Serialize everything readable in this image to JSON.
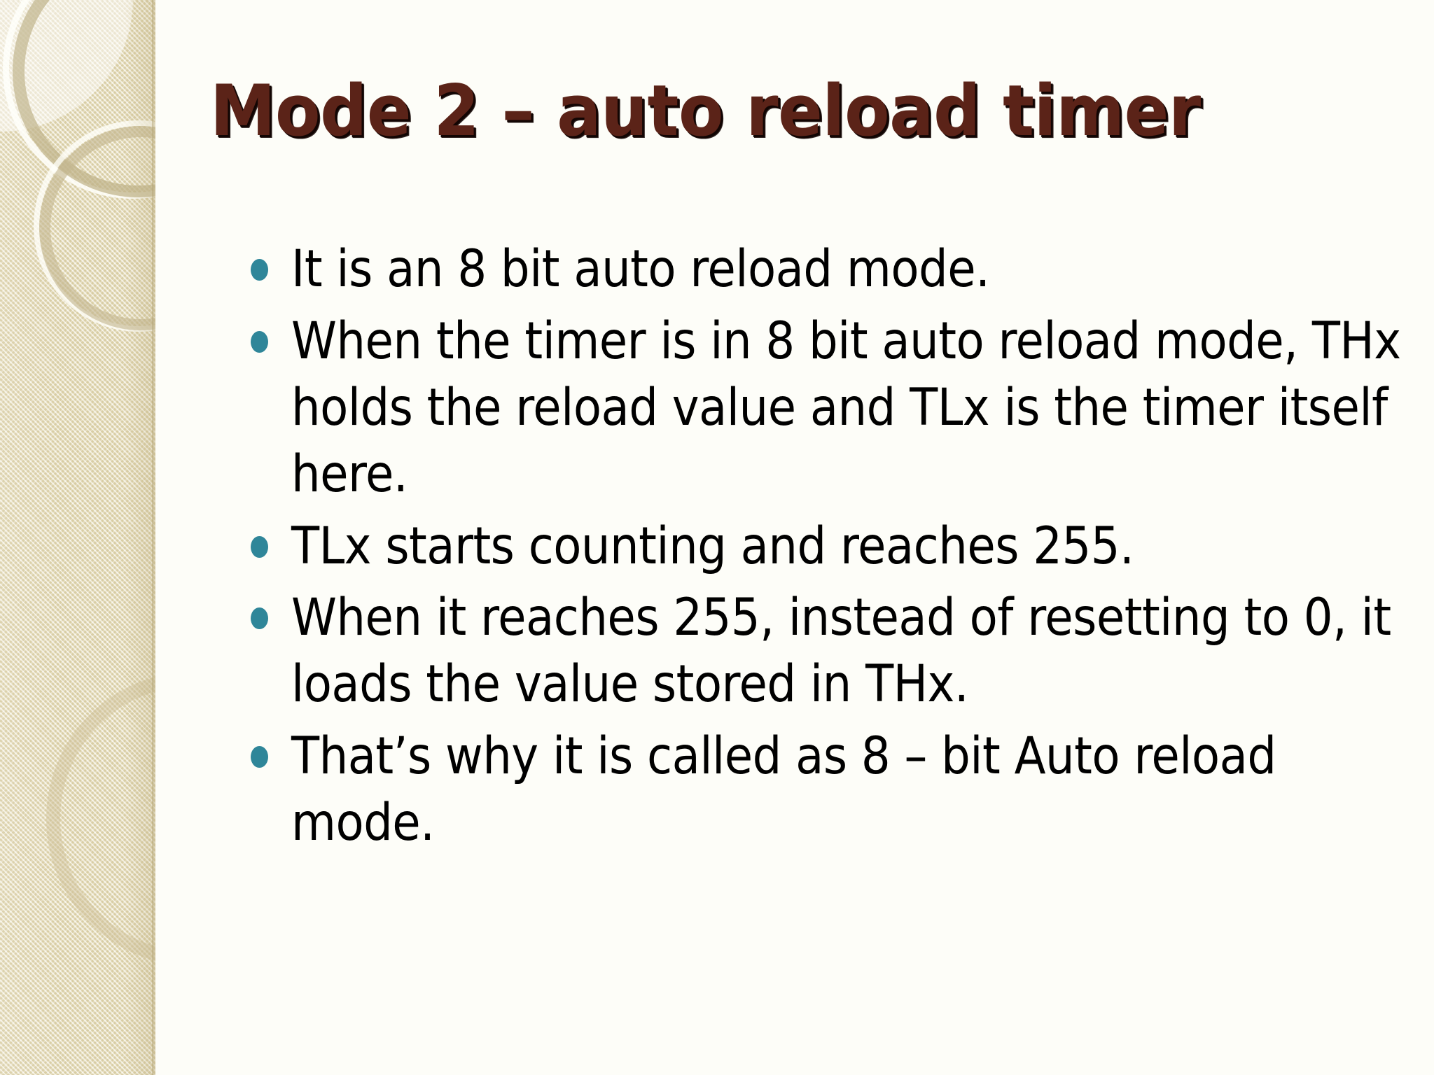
{
  "slide": {
    "title": "Mode 2 – auto reload timer",
    "title_color": "#5b2318",
    "title_shadow_color": "#120503",
    "background_color": "#fdfdf8",
    "bullet_marker_color": "#2f8699",
    "body_text_color": "#000000",
    "sidebar": {
      "base_color": "#e6ddb7",
      "ring_color": "#bfb086",
      "ring_highlight_color": "#fffffa",
      "edge_color": "#b0a172"
    },
    "bullets": [
      {
        "text": "It is an 8 bit auto reload mode."
      },
      {
        "text": "When the timer is in 8 bit auto reload mode, THx holds the reload value and TLx is the timer itself here."
      },
      {
        "text": "TLx starts counting and reaches 255."
      },
      {
        "text": "When it reaches 255, instead of resetting to 0, it loads the value stored in THx."
      },
      {
        "text": "That’s why it is called as 8 – bit Auto reload mode."
      }
    ]
  }
}
